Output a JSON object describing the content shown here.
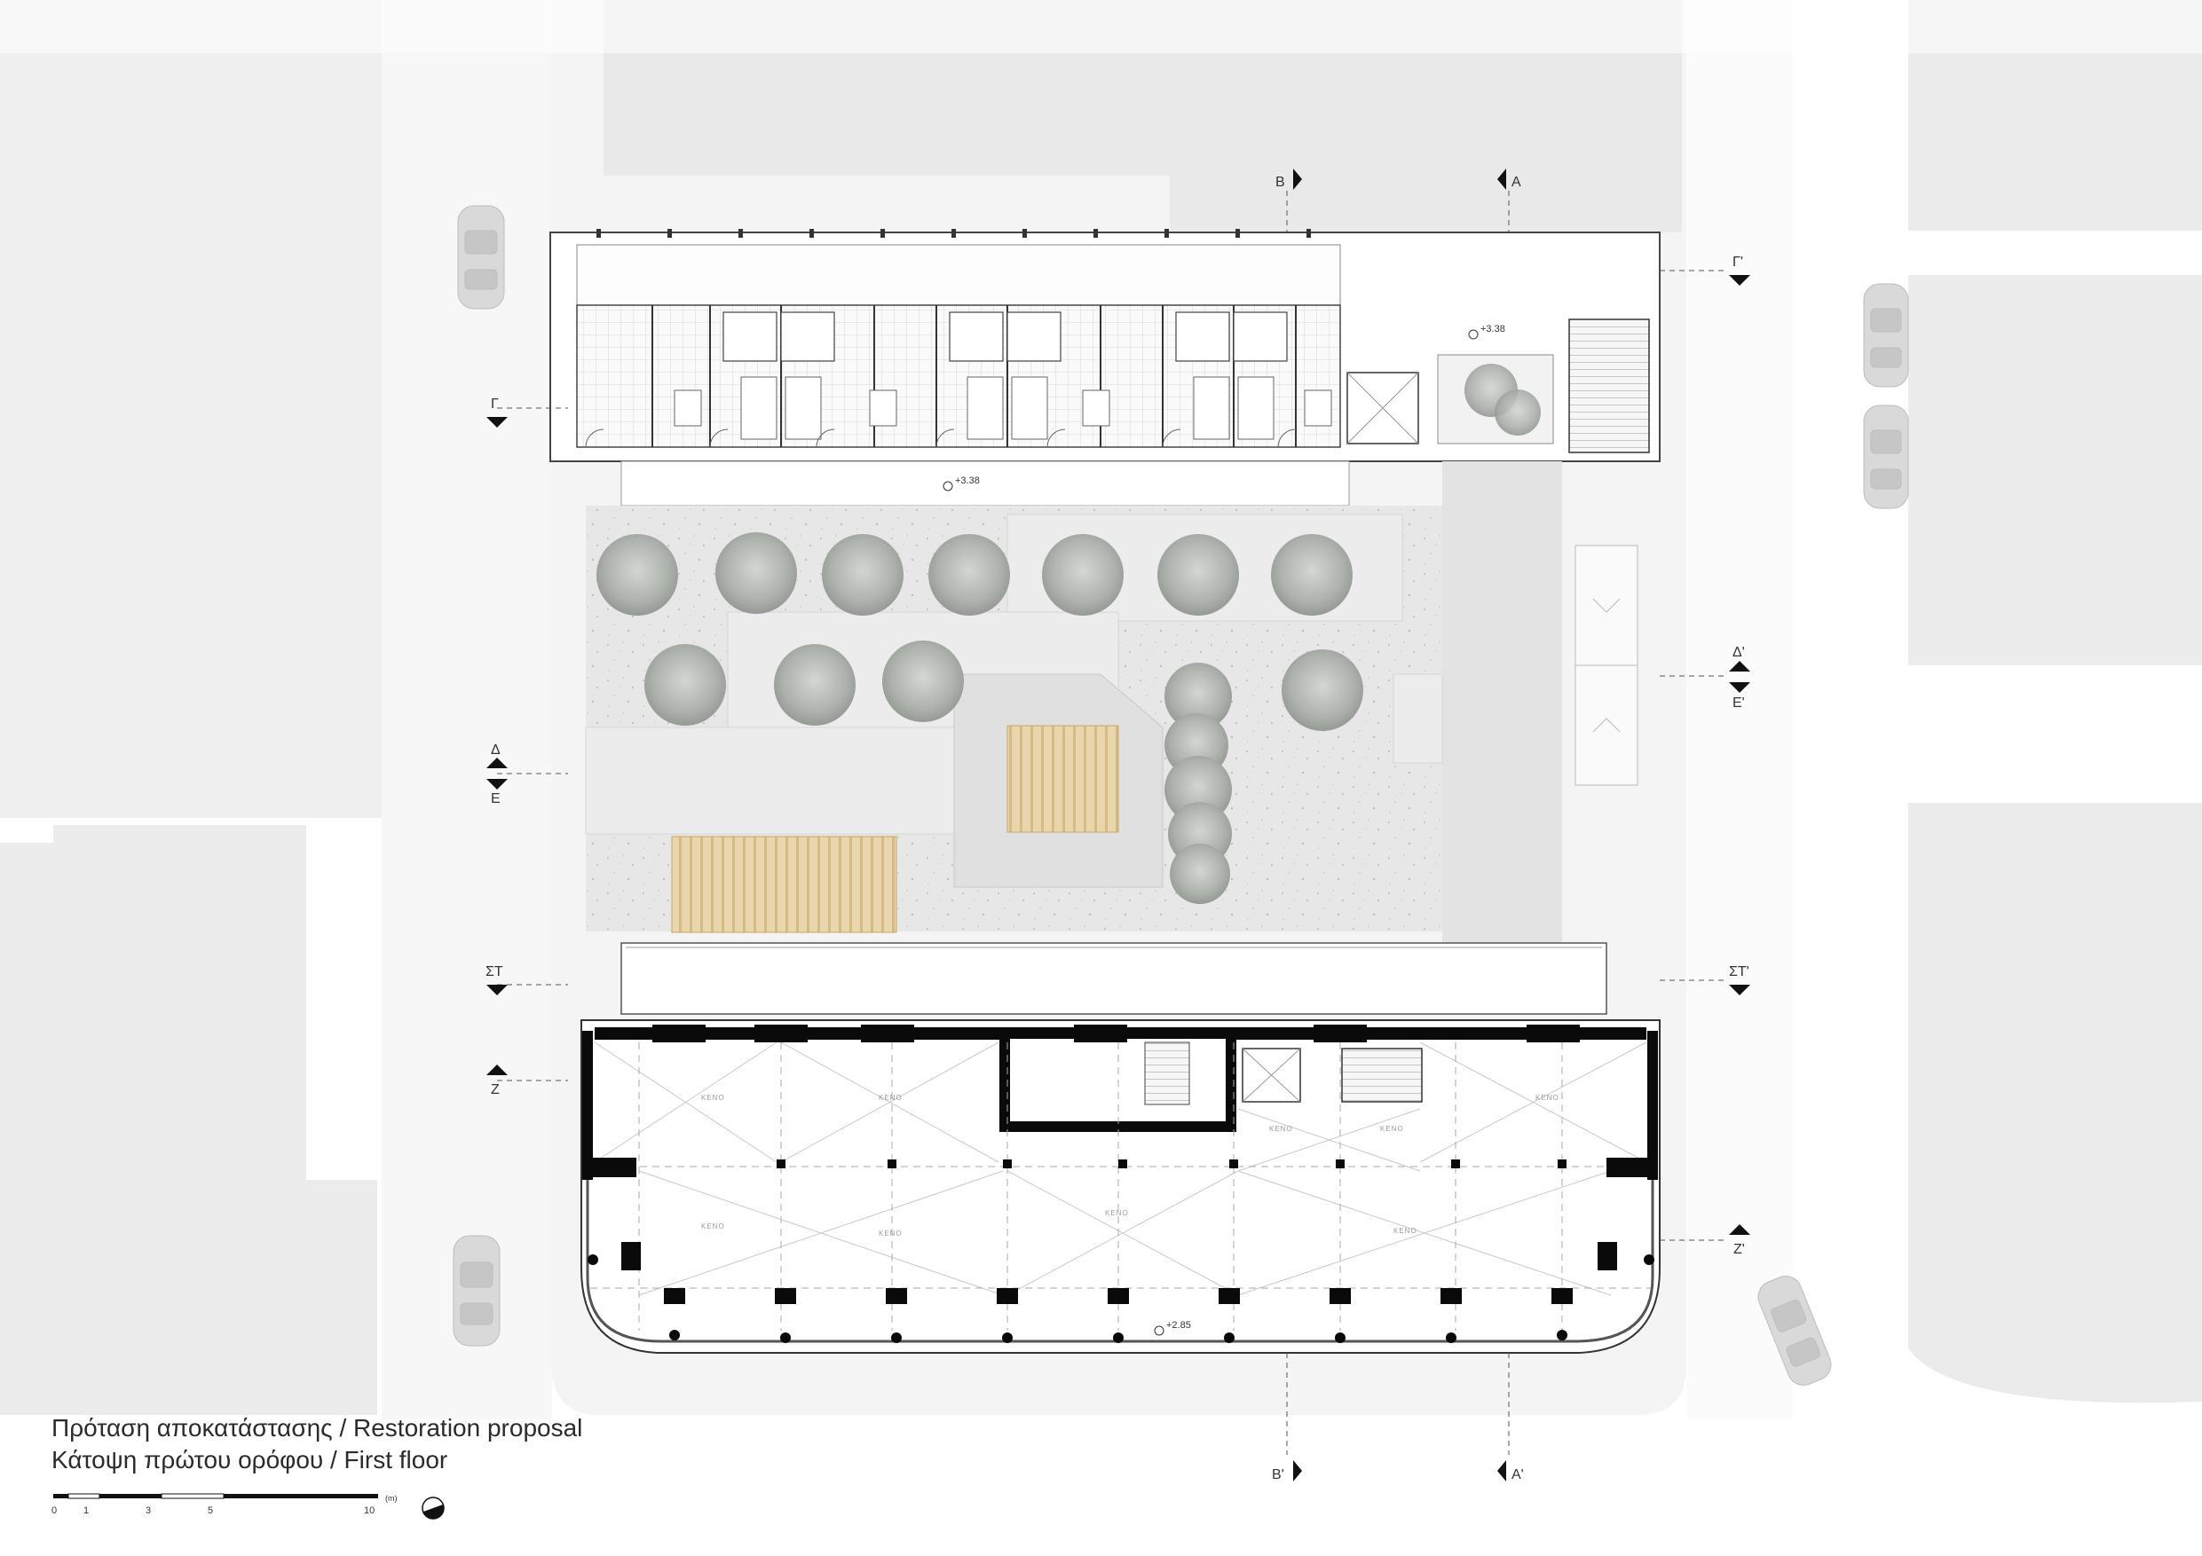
{
  "caption": {
    "line1": "Πρόταση αποκατάστασης / Restoration proposal",
    "line2": "Κάτοψη πρώτου ορόφου / First floor"
  },
  "scale_bar": {
    "ticks": [
      "0",
      "1",
      "3",
      "5",
      "10"
    ],
    "unit": "(m)"
  },
  "elevations": {
    "courtyard_level": "+3.38",
    "terrace_level": "+3.38",
    "first_floor_level": "+2.85"
  },
  "void_label": "ΚΕΝΟ",
  "section_markers": {
    "A": "A",
    "A_prime": "A'",
    "B": "B",
    "B_prime": "B'",
    "G": "Γ",
    "G_prime": "Γ'",
    "D": "Δ",
    "D_prime": "Δ'",
    "E": "E",
    "E_prime": "E'",
    "ST": "ΣΤ",
    "ST_prime": "ΣΤ'",
    "Z": "Z",
    "Z_prime": "Z'"
  },
  "colors": {
    "wall": "#0a0a0a",
    "neighbor_block": "#ececec",
    "courtyard_paving": "#e6e6e6",
    "wood_deck": "#e8d3a8",
    "tree": "#b9bdb8",
    "line": "#555555"
  }
}
